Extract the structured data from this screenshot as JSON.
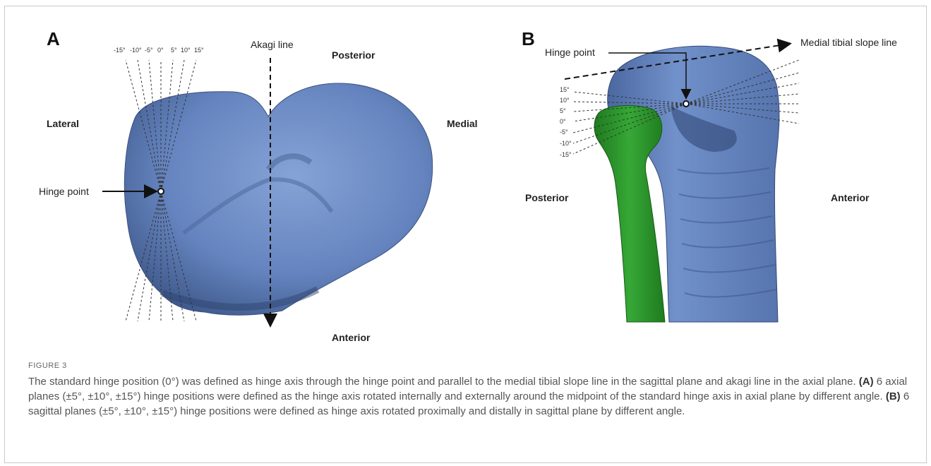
{
  "figure": {
    "panel_a": {
      "label": "A",
      "akagi_label": "Akagi line",
      "posterior": "Posterior",
      "anterior": "Anterior",
      "lateral": "Lateral",
      "medial": "Medial",
      "hinge_point": "Hinge point",
      "angles": [
        "-15°",
        "-10°",
        "-5°",
        "0°",
        "5°",
        "10°",
        "15°"
      ]
    },
    "panel_b": {
      "label": "B",
      "hinge_point": "Hinge point",
      "slope_line": "Medial tibial slope line",
      "posterior": "Posterior",
      "anterior": "Anterior",
      "angles": [
        "15°",
        "10°",
        "5°",
        "0°",
        "-5°",
        "-10°",
        "-15°"
      ]
    },
    "colors": {
      "tibia": "#6f8fc8",
      "fibula": "#2f9a2f"
    }
  },
  "caption": {
    "title": "FIGURE 3",
    "p1": "The standard hinge position (0°) was defined as hinge axis through the hinge point and parallel to the medial tibial slope line in the sagittal plane and akagi line in the axial plane.",
    "a_tag": "(A)",
    "p2": "6 axial planes (±5°, ±10°, ±15°) hinge positions were defined as the hinge axis rotated internally and externally around the midpoint of the standard hinge axis in axial plane by different angle.",
    "b_tag": "(B)",
    "p3": "6 sagittal planes (±5°, ±10°, ±15°) hinge positions were defined as hinge axis rotated proximally and distally in sagittal plane by different angle."
  }
}
